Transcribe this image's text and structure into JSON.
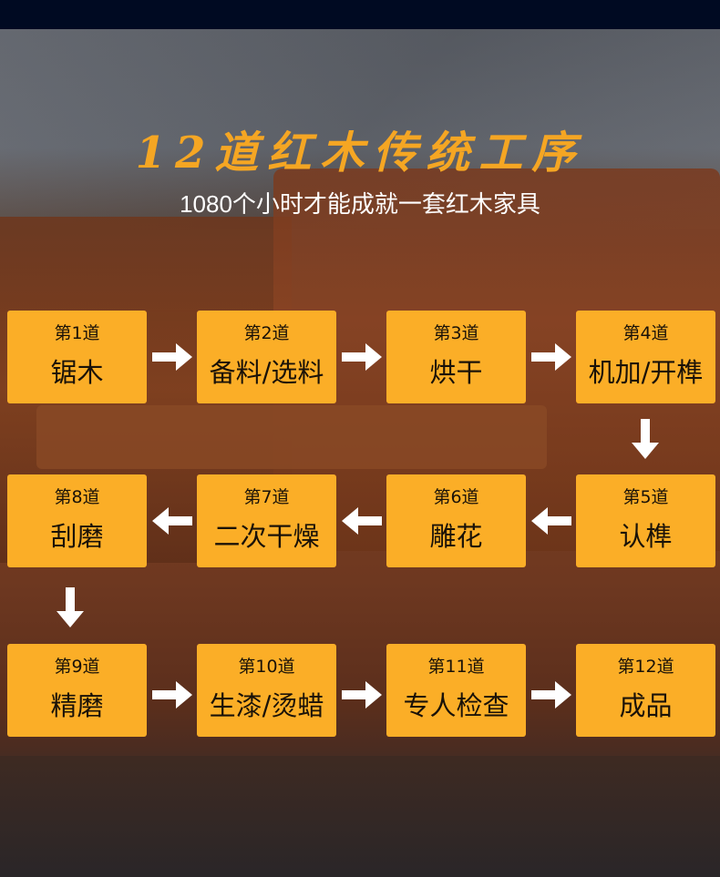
{
  "title": "12道红木传统工序",
  "subtitle": "1080个小时才能成就一套红木家具",
  "accent": "#fbae27",
  "steps": [
    {
      "num": "第1道",
      "name": "锯木"
    },
    {
      "num": "第2道",
      "name": "备料/选料"
    },
    {
      "num": "第3道",
      "name": "烘干"
    },
    {
      "num": "第4道",
      "name": "机加/开榫"
    },
    {
      "num": "第5道",
      "name": "认榫"
    },
    {
      "num": "第6道",
      "name": "雕花"
    },
    {
      "num": "第7道",
      "name": "二次干燥"
    },
    {
      "num": "第8道",
      "name": "刮磨"
    },
    {
      "num": "第9道",
      "name": "精磨"
    },
    {
      "num": "第10道",
      "name": "生漆/烫蜡"
    },
    {
      "num": "第11道",
      "name": "专人检查"
    },
    {
      "num": "第12道",
      "name": "成品"
    }
  ]
}
